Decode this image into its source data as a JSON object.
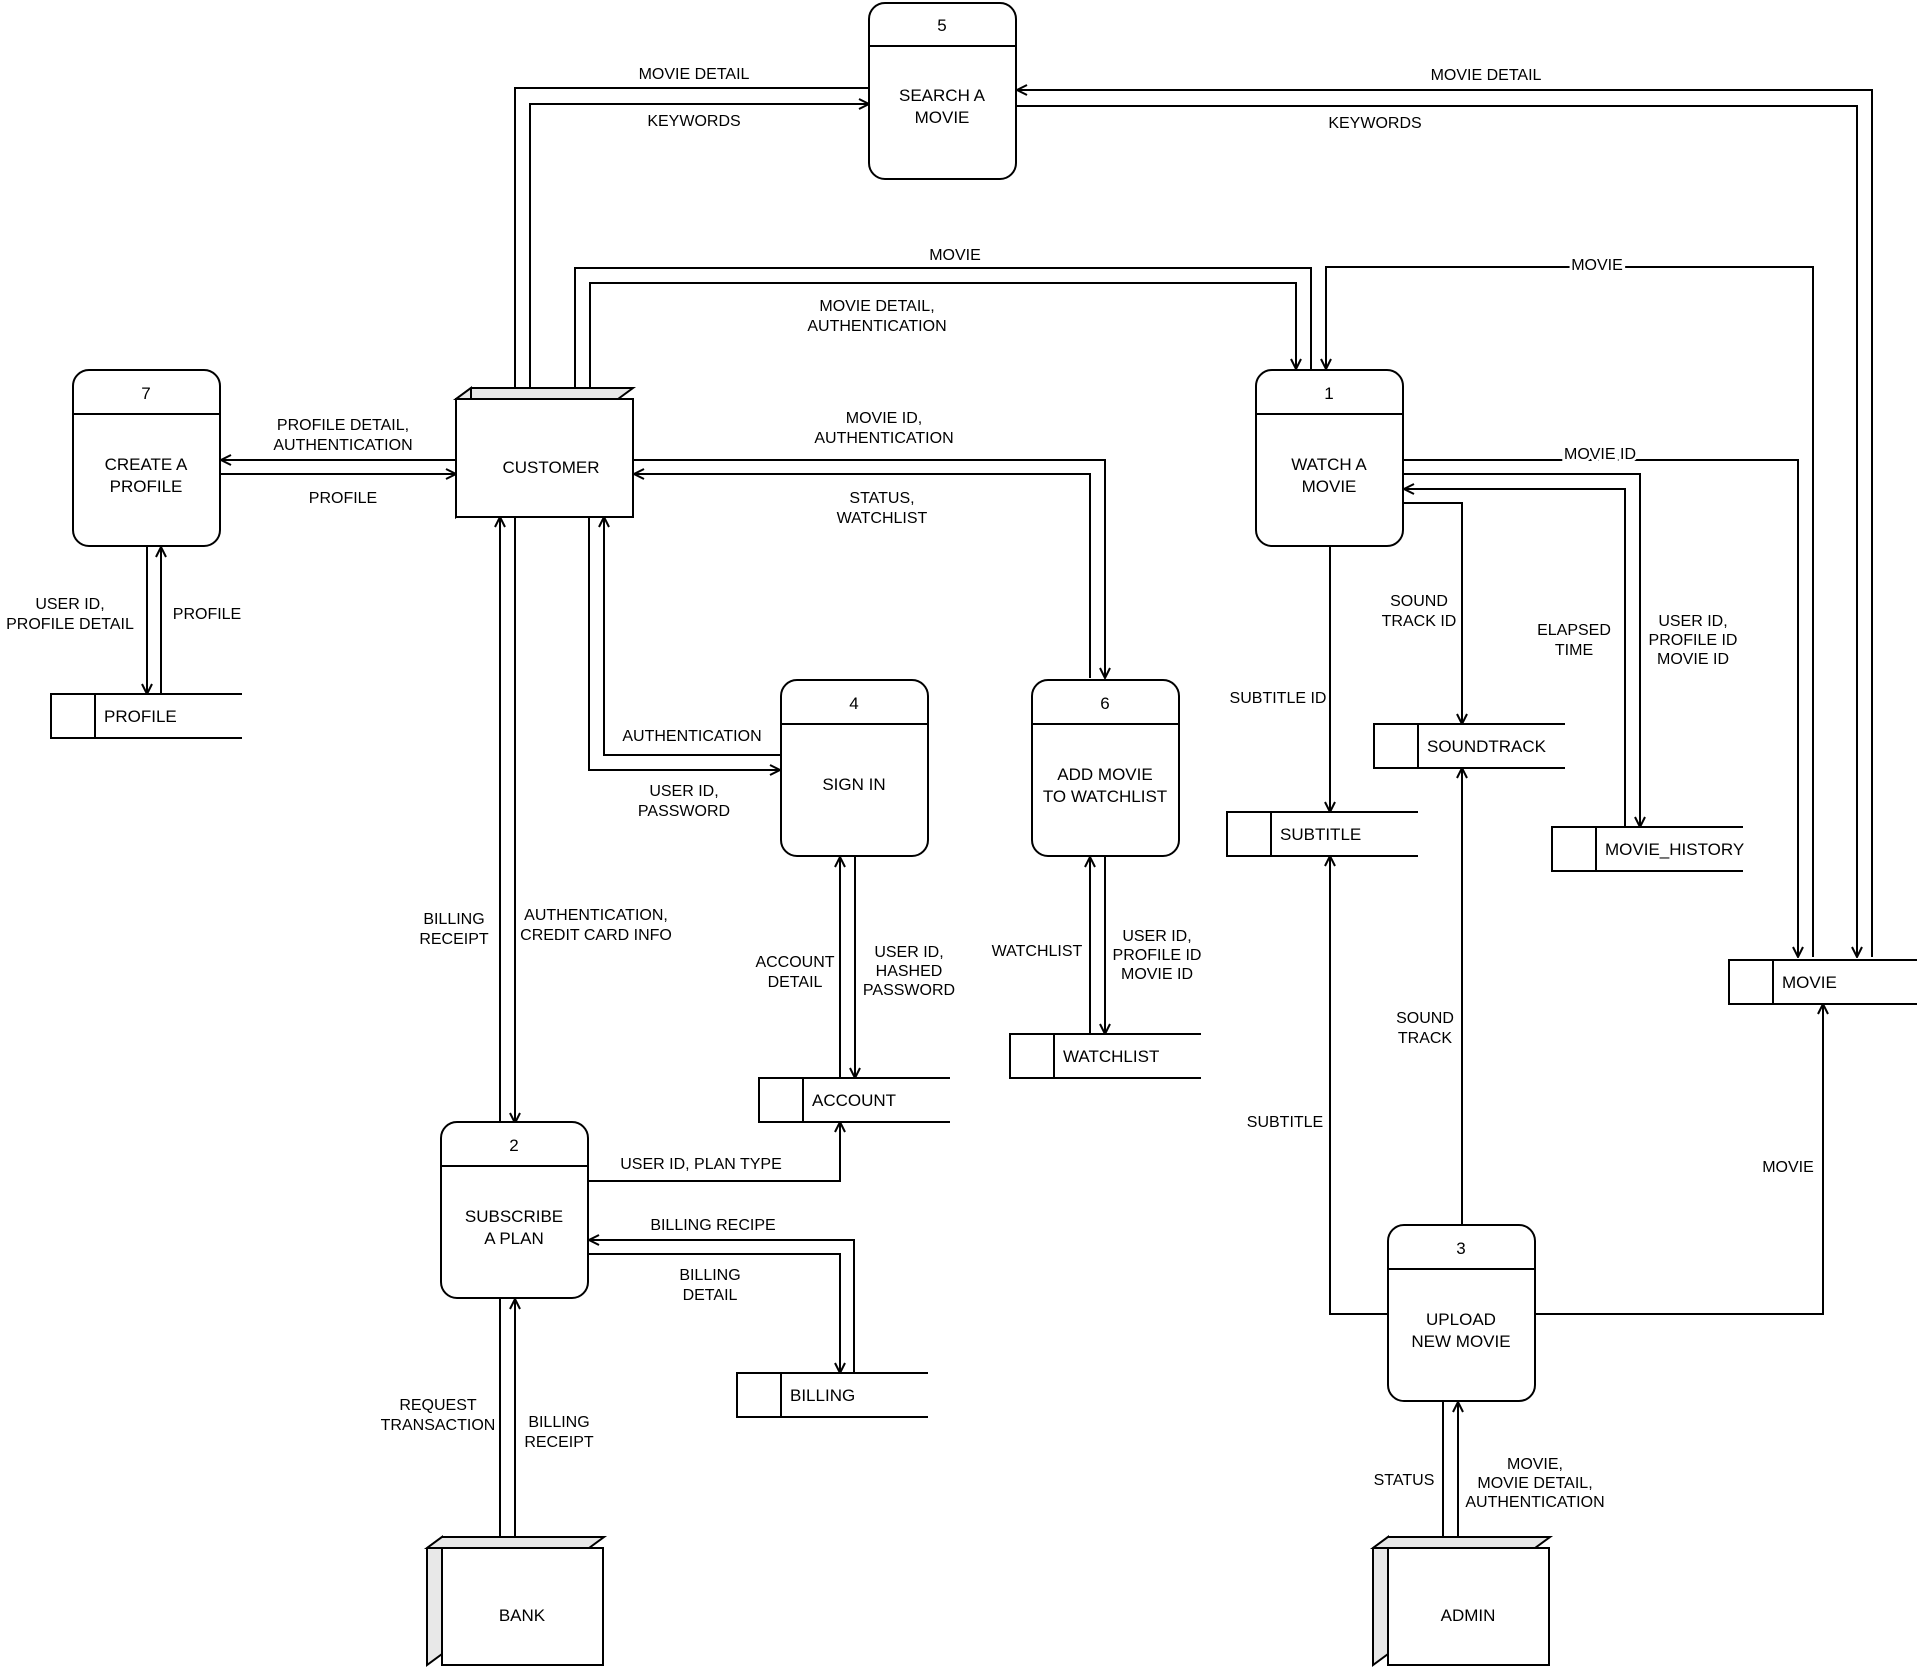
{
  "processes": {
    "p5": {
      "number": "5",
      "lines": [
        "SEARCH A",
        "MOVIE"
      ]
    },
    "p7": {
      "number": "7",
      "lines": [
        "CREATE A",
        "PROFILE"
      ]
    },
    "p1": {
      "number": "1",
      "lines": [
        "WATCH A",
        "MOVIE"
      ]
    },
    "p4": {
      "number": "4",
      "lines": [
        "SIGN IN"
      ]
    },
    "p6": {
      "number": "6",
      "lines": [
        "ADD MOVIE",
        "TO WATCHLIST"
      ]
    },
    "p2": {
      "number": "2",
      "lines": [
        "SUBSCRIBE",
        "A PLAN"
      ]
    },
    "p3": {
      "number": "3",
      "lines": [
        "UPLOAD",
        "NEW MOVIE"
      ]
    }
  },
  "entities": {
    "customer": "CUSTOMER",
    "bank": "BANK",
    "admin": "ADMIN"
  },
  "stores": {
    "profile": "PROFILE",
    "account": "ACCOUNT",
    "watchlist": "WATCHLIST",
    "billing": "BILLING",
    "subtitle": "SUBTITLE",
    "soundtrack": "SOUNDTRACK",
    "movie_history": "MOVIE_HISTORY",
    "movie": "MOVIE"
  },
  "flows": {
    "cust_to_search_detail": [
      "MOVIE DETAIL"
    ],
    "cust_to_search_keywords": [
      "KEYWORDS"
    ],
    "search_movie_detail": [
      "MOVIE DETAIL"
    ],
    "search_keywords": [
      "KEYWORDS"
    ],
    "cust_watch_movie": [
      "MOVIE"
    ],
    "cust_watch_detail_auth": [
      "MOVIE DETAIL,",
      "AUTHENTICATION"
    ],
    "movie_to_watch": [
      "MOVIE"
    ],
    "profile_detail_auth": [
      "PROFILE DETAIL,",
      "AUTHENTICATION"
    ],
    "profile": [
      "PROFILE"
    ],
    "watchlist_id_auth": [
      "MOVIE ID,",
      "AUTHENTICATION"
    ],
    "status_watchlist": [
      "STATUS,",
      "WATCHLIST"
    ],
    "watch_movie_id": [
      "MOVIE ID"
    ],
    "userid_profile_detail": [
      "USER ID,",
      "PROFILE DETAIL"
    ],
    "profile_store_out": [
      "PROFILE"
    ],
    "soundtrack_id": [
      "SOUND",
      "TRACK ID"
    ],
    "elapsed_time": [
      "ELAPSED",
      "TIME"
    ],
    "history_ids": [
      "USER ID,",
      "PROFILE ID",
      "MOVIE ID"
    ],
    "subtitle_id": [
      "SUBTITLE ID"
    ],
    "authentication": [
      "AUTHENTICATION"
    ],
    "userid_password": [
      "USER ID,",
      "PASSWORD"
    ],
    "billing_receipt_up": [
      "BILLING",
      "RECEIPT"
    ],
    "auth_credit": [
      "AUTHENTICATION,",
      "CREDIT CARD INFO"
    ],
    "account_detail": [
      "ACCOUNT",
      "DETAIL"
    ],
    "hashed_password": [
      "USER ID,",
      "HASHED",
      "PASSWORD"
    ],
    "watchlist_out": [
      "WATCHLIST"
    ],
    "watchlist_ids": [
      "USER ID,",
      "PROFILE ID",
      "MOVIE ID"
    ],
    "sound_track": [
      "SOUND",
      "TRACK"
    ],
    "subtitle": [
      "SUBTITLE"
    ],
    "movie_upload": [
      "MOVIE"
    ],
    "plan_type": [
      "USER ID, PLAN TYPE"
    ],
    "billing_recipe": [
      "BILLING RECIPE"
    ],
    "billing_detail": [
      "BILLING",
      "DETAIL"
    ],
    "request_transaction": [
      "REQUEST",
      "TRANSACTION"
    ],
    "billing_receipt_bank": [
      "BILLING",
      "RECEIPT"
    ],
    "status": [
      "STATUS"
    ],
    "admin_upload": [
      "MOVIE,",
      "MOVIE DETAIL,",
      "AUTHENTICATION"
    ]
  }
}
